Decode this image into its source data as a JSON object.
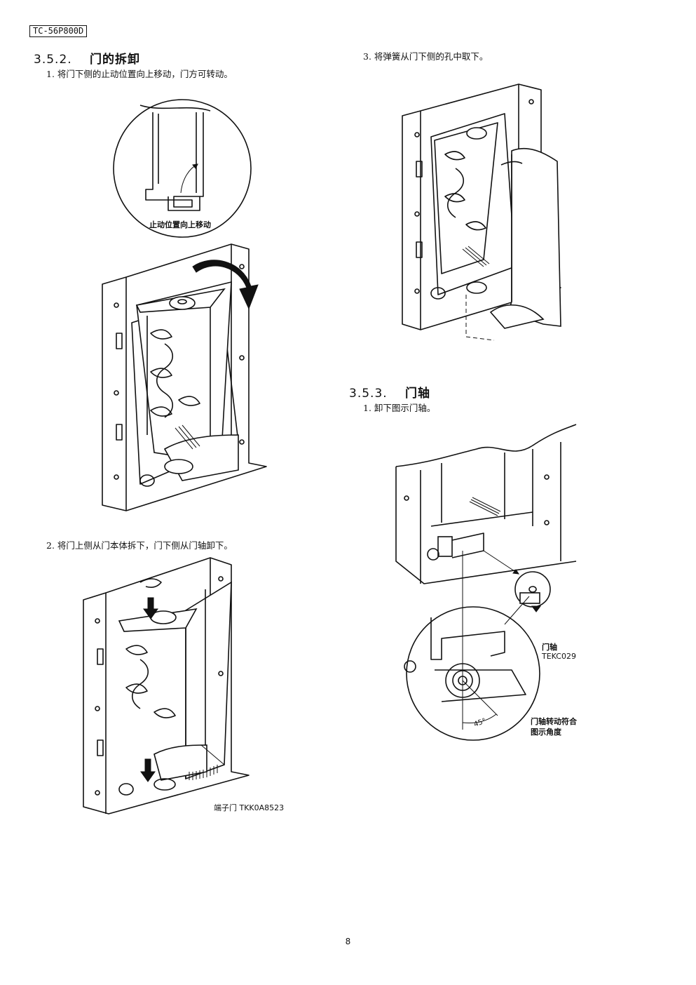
{
  "header": {
    "model": "TC-56P800D"
  },
  "left": {
    "section": {
      "number": "3.5.2.",
      "title": "门的拆卸"
    },
    "step1": "1. 将门下侧的止动位置向上移动，门方可转动。",
    "fig1_label": "止动位置向上移动",
    "step2": "2. 将门上侧从门本体拆下，门下侧从门轴卸下。",
    "fig2_label": "端子门 TKK0A8523"
  },
  "right": {
    "step3": "3. 将弹簧从门下侧的孔中取下。",
    "section": {
      "number": "3.5.3.",
      "title": "门轴"
    },
    "step1": "1. 卸下图示门轴。",
    "fig_label_shaft_name": "门轴",
    "fig_label_shaft_code": "TEKC029",
    "fig_label_angle": "45°",
    "fig_label_rotate_1": "门轴转动符合",
    "fig_label_rotate_2": "图示角度"
  },
  "footer": {
    "page": "8"
  }
}
